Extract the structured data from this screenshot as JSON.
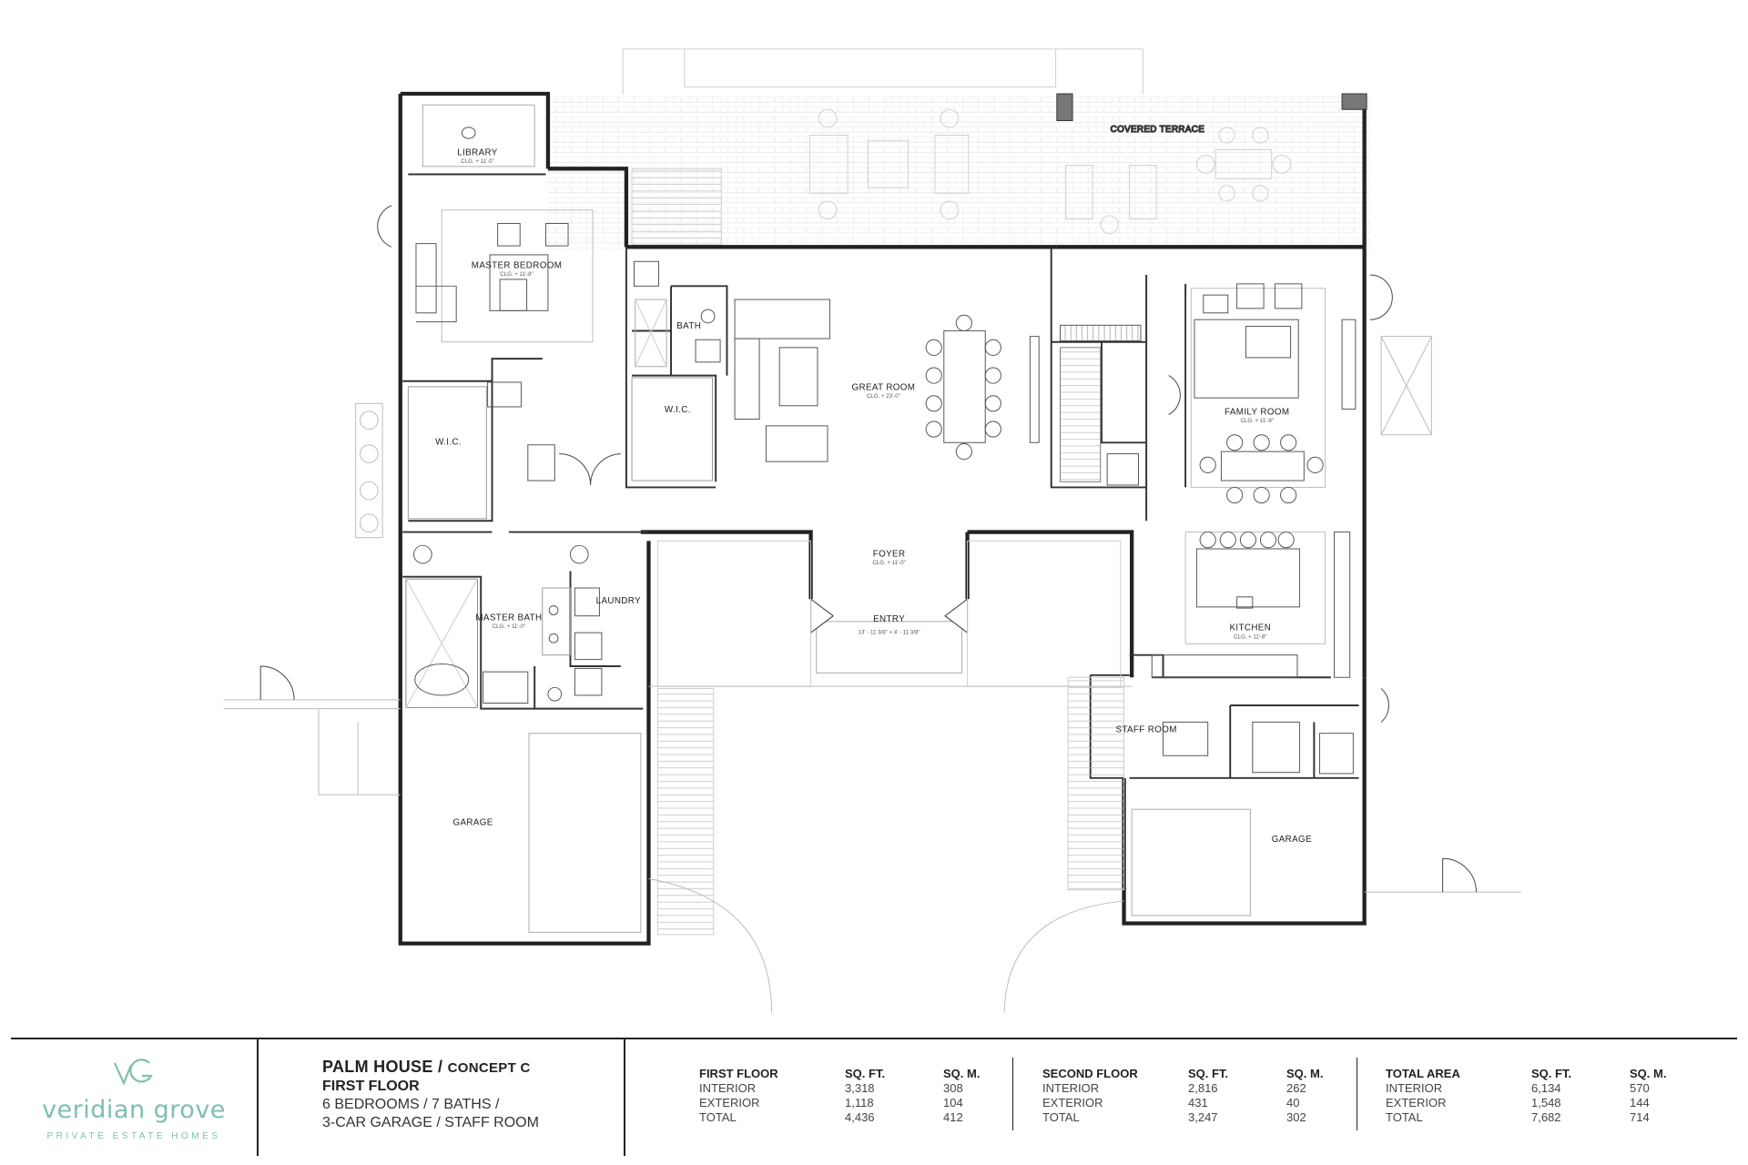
{
  "rooms": {
    "library": {
      "name": "LIBRARY",
      "ceiling": "CLG. + 11'-0\""
    },
    "master_bedroom": {
      "name": "MASTER BEDROOM",
      "ceiling": "CLG. + 11'-8\""
    },
    "bath": {
      "name": "BATH"
    },
    "wic_left": {
      "name": "W.I.C."
    },
    "wic_right": {
      "name": "W.I.C."
    },
    "great_room": {
      "name": "GREAT ROOM",
      "ceiling": "CLG. + 23'-0\""
    },
    "covered_terrace": {
      "name": "COVERED TERRACE"
    },
    "family_room": {
      "name": "FAMILY ROOM",
      "ceiling": "CLG. + 11'-8\""
    },
    "foyer": {
      "name": "FOYER",
      "ceiling": "CLG. + 11'-0\""
    },
    "entry": {
      "name": "ENTRY",
      "ceiling": "13' - 11 3/8\" + 4' - 11 3/8\""
    },
    "laundry": {
      "name": "LAUNDRY"
    },
    "master_bath": {
      "name": "MASTER BATH",
      "ceiling": "CLG. + 11'-0\""
    },
    "kitchen": {
      "name": "KITCHEN",
      "ceiling": "CLG. + 11'-8\""
    },
    "staff_room": {
      "name": "STAFF ROOM"
    },
    "garage_left": {
      "name": "GARAGE"
    },
    "garage_right": {
      "name": "GARAGE"
    }
  },
  "brand": {
    "name": "veridian grove",
    "tagline": "PRIVATE ESTATE HOMES",
    "accent_color": "#7fbfae"
  },
  "project": {
    "title": "PALM HOUSE /",
    "concept": "CONCEPT C",
    "floor": "FIRST FLOOR",
    "desc_line1": "6 BEDROOMS / 7 BATHS /",
    "desc_line2": "3-CAR GARAGE / STAFF ROOM"
  },
  "areas": [
    {
      "title": "FIRST FLOOR",
      "col_sqft": "SQ. FT.",
      "col_sqm": "SQ. M.",
      "rows": [
        {
          "label": "INTERIOR",
          "sqft": "3,318",
          "sqm": "308"
        },
        {
          "label": "EXTERIOR",
          "sqft": "1,118",
          "sqm": "104"
        },
        {
          "label": "TOTAL",
          "sqft": "4,436",
          "sqm": "412"
        }
      ]
    },
    {
      "title": "SECOND FLOOR",
      "col_sqft": "SQ. FT.",
      "col_sqm": "SQ. M.",
      "rows": [
        {
          "label": "INTERIOR",
          "sqft": "2,816",
          "sqm": "262"
        },
        {
          "label": "EXTERIOR",
          "sqft": "431",
          "sqm": "40"
        },
        {
          "label": "TOTAL",
          "sqft": "3,247",
          "sqm": "302"
        }
      ]
    },
    {
      "title": "TOTAL AREA",
      "col_sqft": "SQ. FT.",
      "col_sqm": "SQ. M.",
      "rows": [
        {
          "label": "INTERIOR",
          "sqft": "6,134",
          "sqm": "570"
        },
        {
          "label": "EXTERIOR",
          "sqft": "1,548",
          "sqm": "144"
        },
        {
          "label": "TOTAL",
          "sqft": "7,682",
          "sqm": "714"
        }
      ]
    }
  ]
}
